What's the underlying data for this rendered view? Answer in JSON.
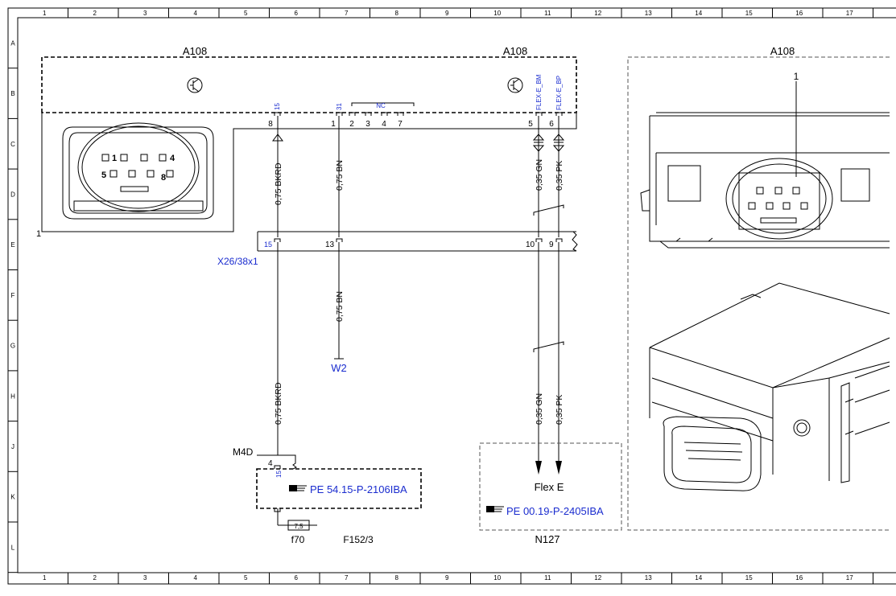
{
  "grid": {
    "cols": [
      "1",
      "2",
      "3",
      "4",
      "5",
      "6",
      "7",
      "8",
      "9",
      "10",
      "11",
      "12",
      "13",
      "14",
      "15",
      "16",
      "17"
    ],
    "rows": [
      "A",
      "B",
      "C",
      "D",
      "E",
      "F",
      "G",
      "H",
      "J",
      "K",
      "L"
    ]
  },
  "components": {
    "a108_left": "A108",
    "a108_mid": "A108",
    "a108_right": "A108",
    "connector_label": "X26/38x1",
    "w2": "W2",
    "m4d": "M4D",
    "f70": "f70",
    "f152": "F152/3",
    "n127": "N127",
    "flex_e": "Flex E",
    "fuse_value": "7,5",
    "nc": "NC",
    "callout_connector": "1",
    "callout_photo": "1",
    "module_pin4": "4"
  },
  "references": {
    "pe_54": "PE 54.15-P-2106IBA",
    "pe_00": "PE 00.19-P-2405IBA"
  },
  "module_pins": {
    "top": [
      "8",
      "1",
      "2",
      "3",
      "4",
      "7",
      "5",
      "6"
    ],
    "signals": [
      "15",
      "31",
      "FLEX-E_BM",
      "FLEX-E_BP"
    ],
    "connector_pins": [
      "15",
      "13",
      "10",
      "9"
    ],
    "m4d_pin": "15"
  },
  "wires": {
    "w1_upper": "0,75 BKRD",
    "w1_lower": "0,75 BKRD",
    "w2_upper": "0,75 BN",
    "w2_lower": "0,75 BN",
    "w3_upper": "0,35 GN",
    "w3_lower": "0,35 GN",
    "w4_upper": "0,35 PK",
    "w4_lower": "0,35 PK"
  },
  "connector_face_pins": [
    "1",
    "4",
    "5",
    "8"
  ]
}
